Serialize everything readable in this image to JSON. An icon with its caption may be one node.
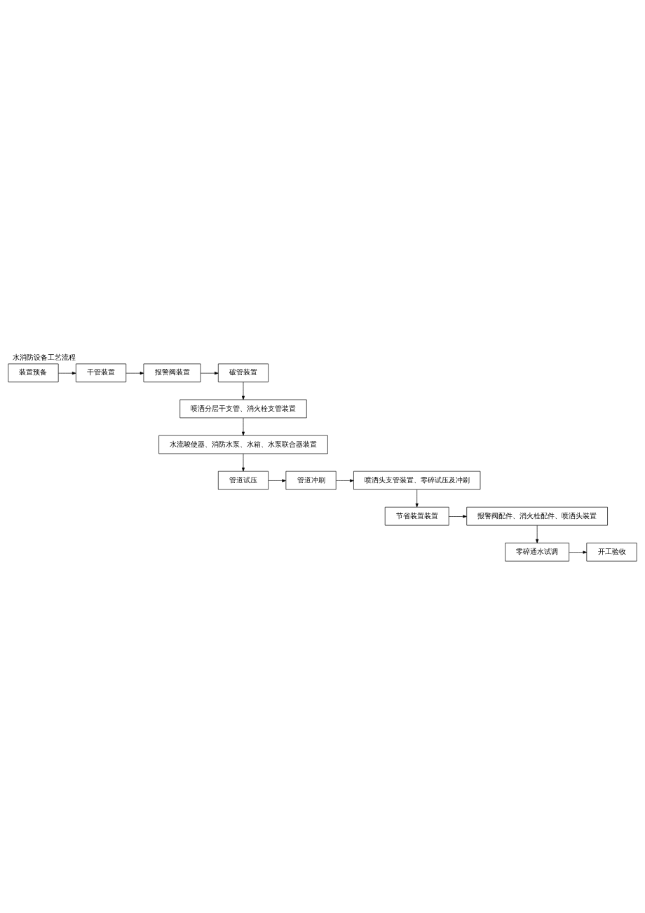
{
  "diagram": {
    "title": "水消防设备工艺流程",
    "nodes": [
      {
        "text": [
          "装置预备"
        ]
      },
      {
        "text": [
          "干管装置"
        ]
      },
      {
        "text": [
          "报警阀装置"
        ]
      },
      {
        "text": [
          "破管装置"
        ]
      },
      {
        "text": [
          "喷洒分层干支管、消火栓支管装置"
        ]
      },
      {
        "text": [
          "水流唆使器、消防水泵、水箱、水泵联合器装置"
        ]
      },
      {
        "text": [
          "管道试压"
        ]
      },
      {
        "text": [
          "管道冲刷"
        ]
      },
      {
        "text": [
          "喷洒头支管装置、零碎试压及冲刷"
        ]
      },
      {
        "text": [
          "节省装置装置"
        ]
      },
      {
        "text": [
          "报警阀配件、消火栓配件、喷洒头装置"
        ]
      },
      {
        "text": [
          "零碎通水试调"
        ]
      },
      {
        "text": [
          "开工验收"
        ]
      }
    ],
    "edges": [
      {
        "from": 0,
        "to": 1,
        "arrow": "to"
      },
      {
        "from": 1,
        "to": 2,
        "arrow": "to"
      },
      {
        "from": 2,
        "to": 3,
        "arrow": "to"
      },
      {
        "from": 3,
        "to": 4,
        "arrow": "to"
      },
      {
        "from": 4,
        "to": 5,
        "arrow": "to"
      },
      {
        "from": 5,
        "to": 6,
        "arrow": "to"
      },
      {
        "from": 6,
        "to": 7,
        "arrow": "to"
      },
      {
        "from": 7,
        "to": 8,
        "arrow": "to"
      },
      {
        "from": 8,
        "to": 9,
        "arrow": "to"
      },
      {
        "from": 9,
        "to": 10,
        "arrow": "to"
      },
      {
        "from": 10,
        "to": 11,
        "arrow": "to"
      },
      {
        "from": 11,
        "to": 12,
        "arrow": "to"
      }
    ]
  }
}
